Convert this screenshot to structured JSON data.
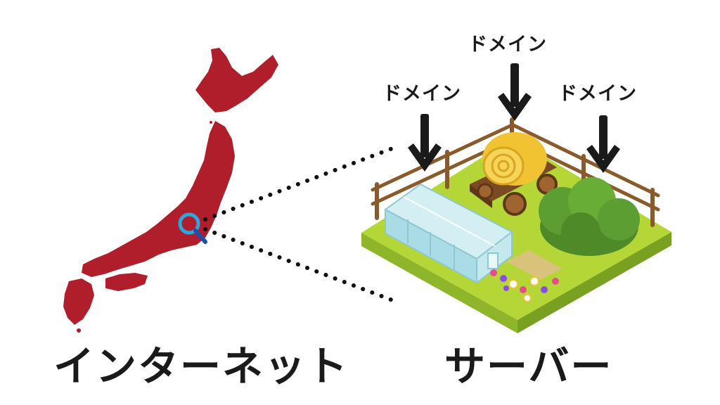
{
  "labels": {
    "internet": "インターネット",
    "server": "サーバー",
    "domains": [
      "ドメイン",
      "ドメイン",
      "ドメイン"
    ]
  },
  "colors": {
    "japan": "#b01e2b",
    "magnifier": "#2aa8e0",
    "arrow": "#1a1a1a",
    "grass_top": "#b5d637",
    "grass_side": "#8fb52a",
    "grass_front": "#7aa021",
    "fence": "#8b5a2b",
    "hay": "#f1c232",
    "bush": "#5c9e31",
    "greenhouse": "#bfe6ec"
  },
  "icons": {
    "map": "japan-map-icon",
    "search": "magnifier-icon",
    "farm": "isometric-farm-icon"
  }
}
